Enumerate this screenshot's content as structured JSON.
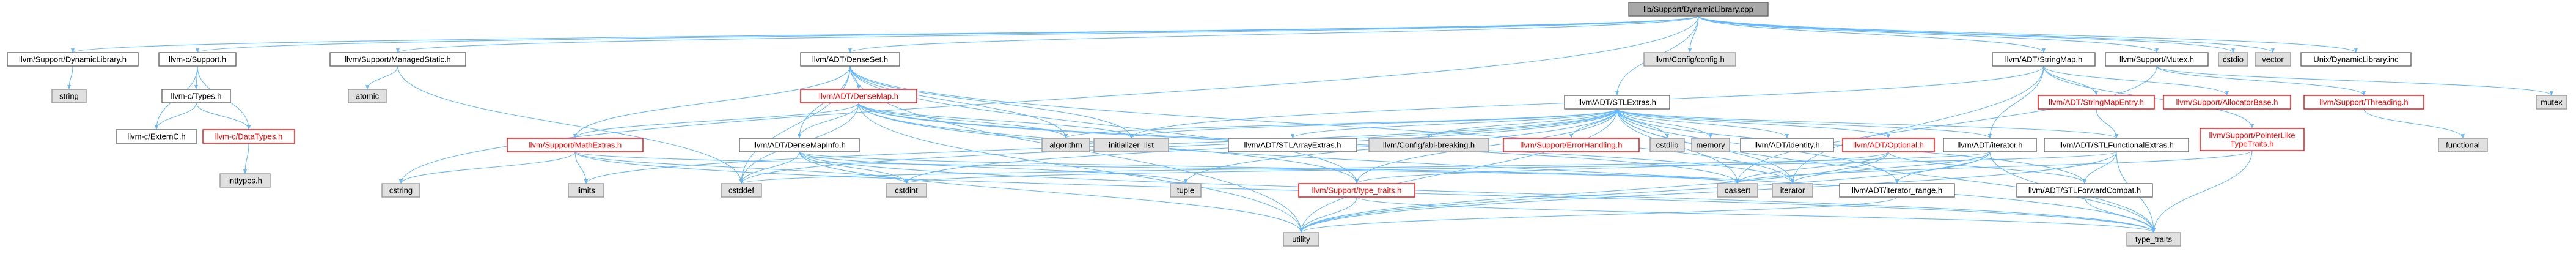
{
  "colors": {
    "edge": "#63b8ff",
    "root_fill": "#a8a8a8",
    "root_stroke": "#666666",
    "local_fill": "#ffffff",
    "local_stroke": "#666666",
    "red_stroke": "#ff0000",
    "system_fill": "#e0e0e0",
    "system_stroke": "#999999",
    "label_default": "#000000",
    "label_red": "#ff0000"
  },
  "nodes": [
    {
      "id": "root",
      "label": "lib/Support/DynamicLibrary.cpp",
      "kind": "root"
    },
    {
      "id": "support_dynlib_h",
      "label": "llvm/Support/DynamicLibrary.h",
      "kind": "local"
    },
    {
      "id": "c_support_h",
      "label": "llvm-c/Support.h",
      "kind": "local"
    },
    {
      "id": "managedstatic_h",
      "label": "llvm/Support/ManagedStatic.h",
      "kind": "local"
    },
    {
      "id": "denseset_h",
      "label": "llvm/ADT/DenseSet.h",
      "kind": "local"
    },
    {
      "id": "config_h",
      "label": "llvm/Config/config.h",
      "kind": "system"
    },
    {
      "id": "stlextras_h",
      "label": "llvm/ADT/STLExtras.h",
      "kind": "local"
    },
    {
      "id": "stringmap_h",
      "label": "llvm/ADT/StringMap.h",
      "kind": "local"
    },
    {
      "id": "mutex_h",
      "label": "llvm/Support/Mutex.h",
      "kind": "local"
    },
    {
      "id": "cstdio",
      "label": "cstdio",
      "kind": "system"
    },
    {
      "id": "vector",
      "label": "vector",
      "kind": "system"
    },
    {
      "id": "unix_inc",
      "label": "Unix/DynamicLibrary.inc",
      "kind": "local"
    },
    {
      "id": "string",
      "label": "string",
      "kind": "system"
    },
    {
      "id": "c_types_h",
      "label": "llvm-c/Types.h",
      "kind": "local"
    },
    {
      "id": "c_externc_h",
      "label": "llvm-c/ExternC.h",
      "kind": "local"
    },
    {
      "id": "c_datatypes_h",
      "label": "llvm-c/DataTypes.h",
      "kind": "red"
    },
    {
      "id": "inttypes_h",
      "label": "inttypes.h",
      "kind": "system"
    },
    {
      "id": "atomic",
      "label": "atomic",
      "kind": "system"
    },
    {
      "id": "densemap_h",
      "label": "llvm/ADT/DenseMap.h",
      "kind": "red"
    },
    {
      "id": "mathextras_h",
      "label": "llvm/Support/MathExtras.h",
      "kind": "red"
    },
    {
      "id": "densemapinfo_h",
      "label": "llvm/ADT/DenseMapInfo.h",
      "kind": "local"
    },
    {
      "id": "algorithm",
      "label": "algorithm",
      "kind": "system"
    },
    {
      "id": "initializer_list",
      "label": "initializer_list",
      "kind": "system"
    },
    {
      "id": "adtarray_h",
      "label": "llvm/ADT/STLArrayExtras.h",
      "kind": "local"
    },
    {
      "id": "abibreaking_h",
      "label": "llvm/Config/abi-breaking.h",
      "kind": "system"
    },
    {
      "id": "errorhandling_h",
      "label": "llvm/Support/ErrorHandling.h",
      "kind": "red"
    },
    {
      "id": "cstdlib",
      "label": "cstdlib",
      "kind": "system"
    },
    {
      "id": "memory",
      "label": "memory",
      "kind": "system"
    },
    {
      "id": "identity_h",
      "label": "llvm/ADT/identity.h",
      "kind": "local"
    },
    {
      "id": "optional_h",
      "label": "llvm/ADT/Optional.h",
      "kind": "red"
    },
    {
      "id": "iterator_h",
      "label": "llvm/ADT/iterator.h",
      "kind": "local"
    },
    {
      "id": "stringmapentry_h",
      "label": "llvm/ADT/StringMapEntry.h",
      "kind": "red"
    },
    {
      "id": "stlfunctional_h",
      "label": "llvm/ADT/STLFunctionalExtras.h",
      "kind": "local"
    },
    {
      "id": "allocatorbase_h",
      "label": "llvm/Support/AllocatorBase.h",
      "kind": "red"
    },
    {
      "id": "threading_h",
      "label": "llvm/Support/Threading.h",
      "kind": "red"
    },
    {
      "id": "pointerlike_h",
      "label": "llvm/Support/PointerLike\nTypeTraits.h",
      "kind": "red"
    },
    {
      "id": "functional",
      "label": "functional",
      "kind": "system"
    },
    {
      "id": "mutex",
      "label": "mutex",
      "kind": "system"
    },
    {
      "id": "cstring",
      "label": "cstring",
      "kind": "system"
    },
    {
      "id": "limits",
      "label": "limits",
      "kind": "system"
    },
    {
      "id": "cstddef",
      "label": "cstddef",
      "kind": "system"
    },
    {
      "id": "cstdint",
      "label": "cstdint",
      "kind": "system"
    },
    {
      "id": "tuple",
      "label": "tuple",
      "kind": "system"
    },
    {
      "id": "typetraits_support_h",
      "label": "llvm/Support/type_traits.h",
      "kind": "red"
    },
    {
      "id": "cassert",
      "label": "cassert",
      "kind": "system"
    },
    {
      "id": "iterator",
      "label": "iterator",
      "kind": "system"
    },
    {
      "id": "iterator_range_h",
      "label": "llvm/ADT/iterator_range.h",
      "kind": "local"
    },
    {
      "id": "stlforward_h",
      "label": "llvm/ADT/STLForwardCompat.h",
      "kind": "local"
    },
    {
      "id": "utility",
      "label": "utility",
      "kind": "system"
    },
    {
      "id": "type_traits",
      "label": "type_traits",
      "kind": "system"
    }
  ],
  "edges": [
    [
      "root",
      "support_dynlib_h"
    ],
    [
      "root",
      "c_support_h"
    ],
    [
      "root",
      "managedstatic_h"
    ],
    [
      "root",
      "denseset_h"
    ],
    [
      "root",
      "config_h"
    ],
    [
      "root",
      "stlextras_h"
    ],
    [
      "root",
      "stringmap_h"
    ],
    [
      "root",
      "mutex_h"
    ],
    [
      "root",
      "cstdio"
    ],
    [
      "root",
      "vector"
    ],
    [
      "root",
      "unix_inc"
    ],
    [
      "root",
      "cstring"
    ],
    [
      "support_dynlib_h",
      "string"
    ],
    [
      "c_support_h",
      "c_types_h"
    ],
    [
      "c_support_h",
      "c_externc_h"
    ],
    [
      "c_support_h",
      "c_datatypes_h"
    ],
    [
      "c_types_h",
      "c_externc_h"
    ],
    [
      "c_types_h",
      "c_datatypes_h"
    ],
    [
      "c_datatypes_h",
      "inttypes_h"
    ],
    [
      "managedstatic_h",
      "atomic"
    ],
    [
      "managedstatic_h",
      "cstddef"
    ],
    [
      "denseset_h",
      "densemap_h"
    ],
    [
      "denseset_h",
      "densemapinfo_h"
    ],
    [
      "denseset_h",
      "mathextras_h"
    ],
    [
      "denseset_h",
      "typetraits_support_h"
    ],
    [
      "denseset_h",
      "algorithm"
    ],
    [
      "denseset_h",
      "cstddef"
    ],
    [
      "denseset_h",
      "initializer_list"
    ],
    [
      "denseset_h",
      "iterator"
    ],
    [
      "denseset_h",
      "utility"
    ],
    [
      "densemap_h",
      "densemapinfo_h"
    ],
    [
      "densemap_h",
      "mathextras_h"
    ],
    [
      "densemap_h",
      "algorithm"
    ],
    [
      "densemap_h",
      "initializer_list"
    ],
    [
      "densemap_h",
      "cassert"
    ],
    [
      "densemap_h",
      "cstddef"
    ],
    [
      "densemap_h",
      "iterator"
    ],
    [
      "densemap_h",
      "utility"
    ],
    [
      "densemap_h",
      "type_traits"
    ],
    [
      "densemap_h",
      "typetraits_support_h"
    ],
    [
      "densemap_h",
      "epoch_ref"
    ],
    [
      "mathextras_h",
      "cstring"
    ],
    [
      "mathextras_h",
      "limits"
    ],
    [
      "mathextras_h",
      "cstdint"
    ],
    [
      "mathextras_h",
      "type_traits"
    ],
    [
      "mathextras_h",
      "cassert"
    ],
    [
      "densemapinfo_h",
      "cassert"
    ],
    [
      "densemapinfo_h",
      "cstddef"
    ],
    [
      "densemapinfo_h",
      "cstdint"
    ],
    [
      "densemapinfo_h",
      "tuple"
    ],
    [
      "densemapinfo_h",
      "type_traits"
    ],
    [
      "densemapinfo_h",
      "utility"
    ],
    [
      "stlextras_h",
      "adtarray_h"
    ],
    [
      "stlextras_h",
      "abibreaking_h"
    ],
    [
      "stlextras_h",
      "errorhandling_h"
    ],
    [
      "stlextras_h",
      "cstdlib"
    ],
    [
      "stlextras_h",
      "memory"
    ],
    [
      "stlextras_h",
      "identity_h"
    ],
    [
      "stlextras_h",
      "optional_h"
    ],
    [
      "stlextras_h",
      "iterator_h"
    ],
    [
      "stlextras_h",
      "stlfunctional_h"
    ],
    [
      "stlextras_h",
      "stlforward_h"
    ],
    [
      "stlextras_h",
      "iterator_range_h"
    ],
    [
      "stlextras_h",
      "typetraits_support_h"
    ],
    [
      "stlextras_h",
      "algorithm"
    ],
    [
      "stlextras_h",
      "initializer_list"
    ],
    [
      "stlextras_h",
      "cassert"
    ],
    [
      "stlextras_h",
      "cstddef"
    ],
    [
      "stlextras_h",
      "cstdint"
    ],
    [
      "stlextras_h",
      "tuple"
    ],
    [
      "stlextras_h",
      "iterator"
    ],
    [
      "stlextras_h",
      "limits"
    ],
    [
      "stlextras_h",
      "utility"
    ],
    [
      "stlextras_h",
      "type_traits"
    ],
    [
      "optional_h",
      "cassert"
    ],
    [
      "optional_h",
      "typetraits_support_h"
    ],
    [
      "optional_h",
      "stlforward_h"
    ],
    [
      "optional_h",
      "utility"
    ],
    [
      "iterator_h",
      "iterator_range_h"
    ],
    [
      "iterator_h",
      "cstddef"
    ],
    [
      "iterator_h",
      "iterator"
    ],
    [
      "iterator_h",
      "type_traits"
    ],
    [
      "iterator_h",
      "utility"
    ],
    [
      "stringmap_h",
      "stringmapentry_h"
    ],
    [
      "stringmap_h",
      "iterator_h"
    ],
    [
      "stringmap_h",
      "allocatorbase_h"
    ],
    [
      "stringmap_h",
      "pointerlike_h"
    ],
    [
      "stringmap_h",
      "initializer_list"
    ],
    [
      "stringmap_h",
      "iterator"
    ],
    [
      "stringmapentry_h",
      "stlfunctional_h"
    ],
    [
      "stlfunctional_h",
      "stlforward_h"
    ],
    [
      "stlfunctional_h",
      "cstdint"
    ],
    [
      "stlfunctional_h",
      "type_traits"
    ],
    [
      "stlfunctional_h",
      "utility"
    ],
    [
      "stlforward_h",
      "type_traits"
    ],
    [
      "mutex_h",
      "threading_h"
    ],
    [
      "mutex_h",
      "cassert"
    ],
    [
      "mutex_h",
      "mutex"
    ],
    [
      "threading_h",
      "functional"
    ],
    [
      "pointerlike_h",
      "cassert"
    ],
    [
      "pointerlike_h",
      "type_traits"
    ],
    [
      "typetraits_support_h",
      "type_traits"
    ],
    [
      "typetraits_support_h",
      "utility"
    ],
    [
      "iterator_range_h",
      "utility"
    ]
  ]
}
